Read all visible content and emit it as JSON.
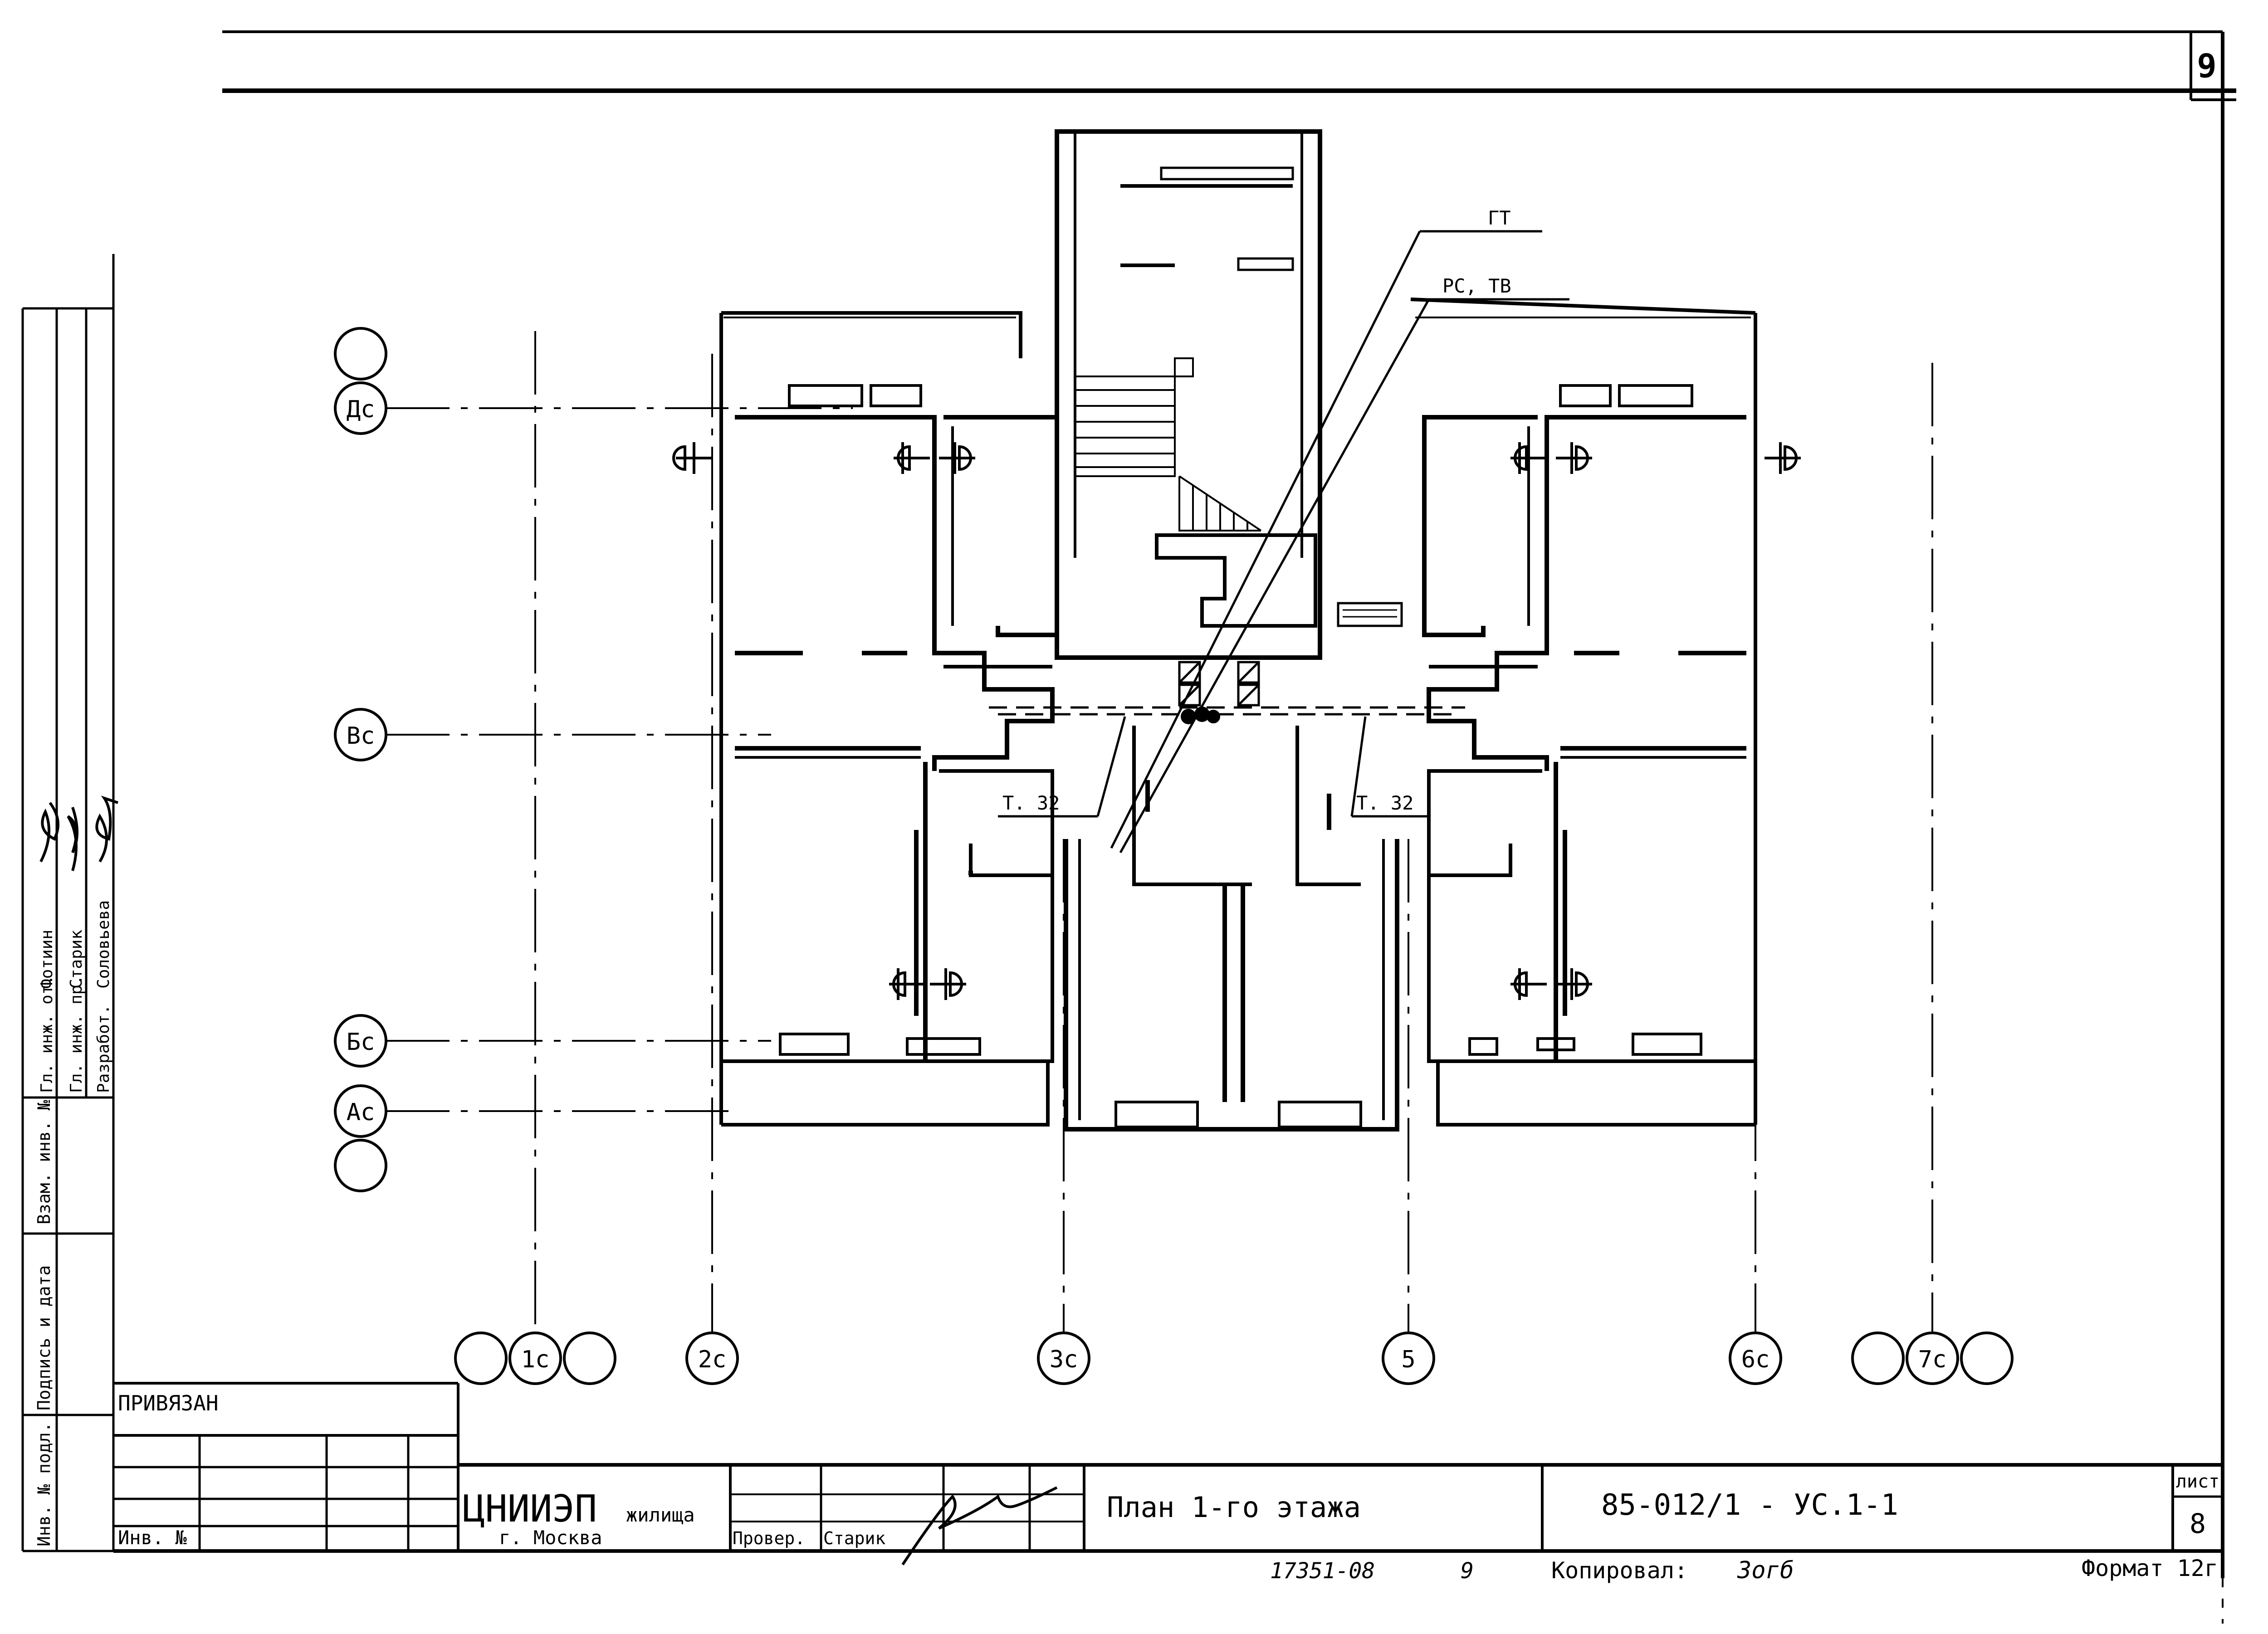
{
  "sheet": {
    "page_number": "9",
    "title": "План 1-го этажа",
    "document_code": "85-012/1 - УС.1-1",
    "sheet_label": "лист",
    "sheet_number": "8",
    "format": "Формат 12г",
    "bottom_number": "17351-08",
    "bottom_sheet": "9",
    "copied_label": "Копировал:",
    "copied_sign": "Зогб"
  },
  "organization": {
    "name": "ЦНИИЭП",
    "name_suffix": "жилища",
    "city": "г. Москва"
  },
  "title_block": {
    "attached_label": "ПРИВЯЗАН",
    "inventory_label": "Инв. №",
    "check_label": "Провер.",
    "check_name": "Старик"
  },
  "side_stamp": {
    "labels": [
      "Инв. № подл.",
      "Подпись и дата",
      "Взам. инв. №"
    ],
    "roles": [
      "Гл. инж. от.",
      "Гл. инж. пр.",
      "Разработ."
    ],
    "names": [
      "Фотиин",
      "Старик",
      "Соловьева"
    ]
  },
  "axes": {
    "rows": [
      "Дс",
      "Вс",
      "Бс",
      "Ас"
    ],
    "columns": [
      "1с",
      "2с",
      "3с",
      "5",
      "6с",
      "7с"
    ]
  },
  "annotations": {
    "gt": "ГТ",
    "rs_tv": "РС, ТВ",
    "t32_left": "Т. 32",
    "t32_right": "Т. 32"
  }
}
